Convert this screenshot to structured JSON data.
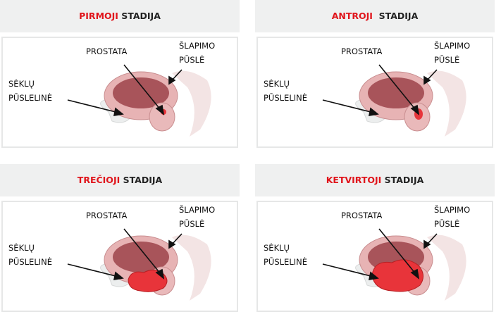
{
  "panels": [
    {
      "stage_word": "PIRMOJI",
      "suffix": " STADIJA",
      "tumor_scale": 1
    },
    {
      "stage_word": "ANTROJI",
      "suffix": "  STADIJA",
      "tumor_scale": 2
    },
    {
      "stage_word": "TREČIOJI",
      "suffix": " STADIJA",
      "tumor_scale": 3
    },
    {
      "stage_word": "KETVIRTOJI",
      "suffix": " STADIJA",
      "tumor_scale": 4
    }
  ],
  "labels": {
    "prostata": "PROSTATA",
    "slapimo": "ŠLAPIMO",
    "pusle": "PŪSLĖ",
    "seklu": "SĖKLŲ",
    "puslelina": "PŪSLELINĖ"
  },
  "colors": {
    "accent": "#e0141b",
    "tumor": "#e8343a",
    "bladder": "#a8545a"
  }
}
